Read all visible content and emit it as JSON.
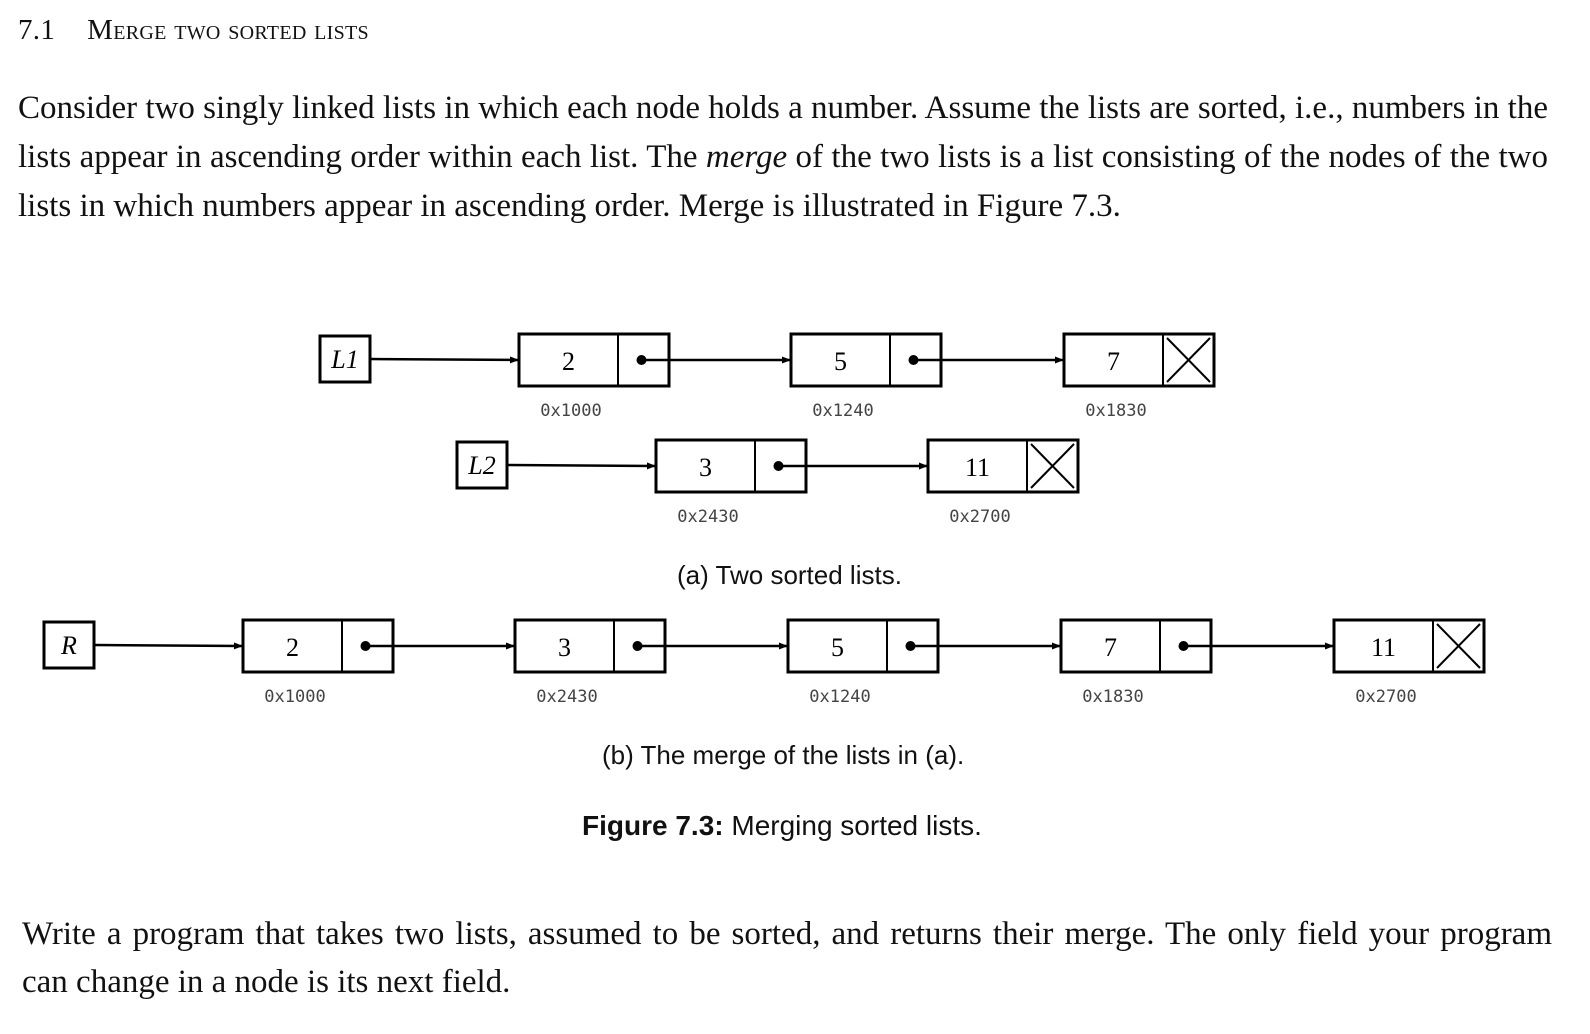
{
  "section": {
    "number": "7.1",
    "title": "Merge two sorted lists"
  },
  "intro": {
    "part1": "Consider two singly linked lists in which each node holds a number. Assume the lists are sorted, i.e., numbers in the lists appear in ascending order within each list. The ",
    "term": "merge",
    "part2": " of the two lists is a list consisting of the nodes of the two lists in which numbers appear in ascending order. Merge is illustrated in Figure 7.3."
  },
  "figure": {
    "subfig_a": {
      "caption": "(a) Two sorted lists.",
      "lists": [
        {
          "head": "L1",
          "nodes": [
            {
              "value": "2",
              "address": "0x1000",
              "next": "pointer"
            },
            {
              "value": "5",
              "address": "0x1240",
              "next": "pointer"
            },
            {
              "value": "7",
              "address": "0x1830",
              "next": "null"
            }
          ]
        },
        {
          "head": "L2",
          "nodes": [
            {
              "value": "3",
              "address": "0x2430",
              "next": "pointer"
            },
            {
              "value": "11",
              "address": "0x2700",
              "next": "null"
            }
          ]
        }
      ]
    },
    "subfig_b": {
      "caption": "(b) The merge of the lists in (a).",
      "lists": [
        {
          "head": "R",
          "nodes": [
            {
              "value": "2",
              "address": "0x1000",
              "next": "pointer"
            },
            {
              "value": "3",
              "address": "0x2430",
              "next": "pointer"
            },
            {
              "value": "5",
              "address": "0x1240",
              "next": "pointer"
            },
            {
              "value": "7",
              "address": "0x1830",
              "next": "pointer"
            },
            {
              "value": "11",
              "address": "0x2700",
              "next": "null"
            }
          ]
        }
      ]
    },
    "caption_label": "Figure 7.3:",
    "caption_text": " Merging sorted lists."
  },
  "outro": "Write a program that takes two lists, assumed to be sorted, and returns their merge. The only field your program can change in a node is its next field."
}
